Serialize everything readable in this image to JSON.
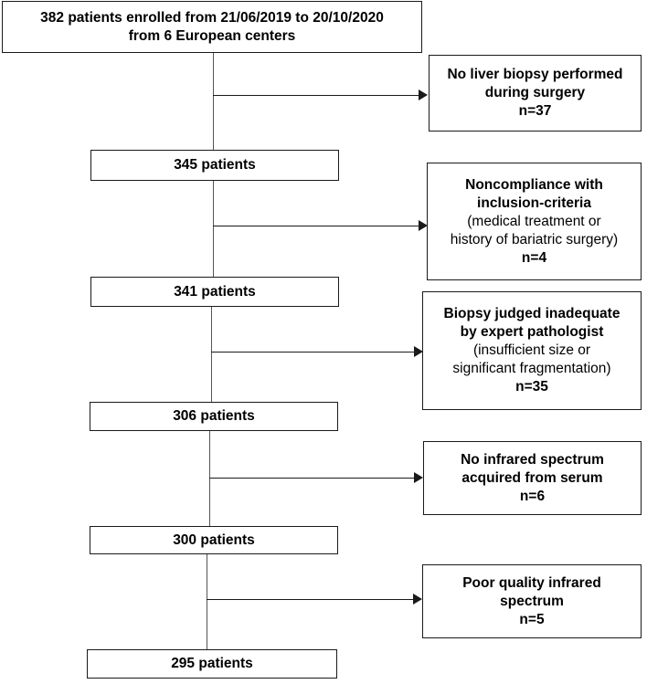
{
  "flow": {
    "start": {
      "line1": "382 patients enrolled from 21/06/2019 to 20/10/2020",
      "line2": "from 6 European centers"
    },
    "steps": [
      {
        "remaining": "345 patients"
      },
      {
        "remaining": "341 patients"
      },
      {
        "remaining": "306 patients"
      },
      {
        "remaining": "300 patients"
      },
      {
        "remaining": "295 patients"
      }
    ],
    "exclusions": [
      {
        "title_lines": [
          "No liver biopsy performed",
          "during surgery"
        ],
        "detail_lines": [],
        "count": "n=37"
      },
      {
        "title_lines": [
          "Noncompliance with",
          "inclusion-criteria"
        ],
        "detail_lines": [
          "(medical treatment or",
          "history of bariatric surgery)"
        ],
        "count": "n=4"
      },
      {
        "title_lines": [
          "Biopsy judged inadequate",
          "by expert pathologist"
        ],
        "detail_lines": [
          "(insufficient size or",
          "significant fragmentation)"
        ],
        "count": "n=35"
      },
      {
        "title_lines": [
          "No infrared spectrum",
          "acquired from serum"
        ],
        "detail_lines": [],
        "count": "n=6"
      },
      {
        "title_lines": [
          "Poor quality infrared",
          "spectrum"
        ],
        "detail_lines": [],
        "count": "n=5"
      }
    ]
  }
}
